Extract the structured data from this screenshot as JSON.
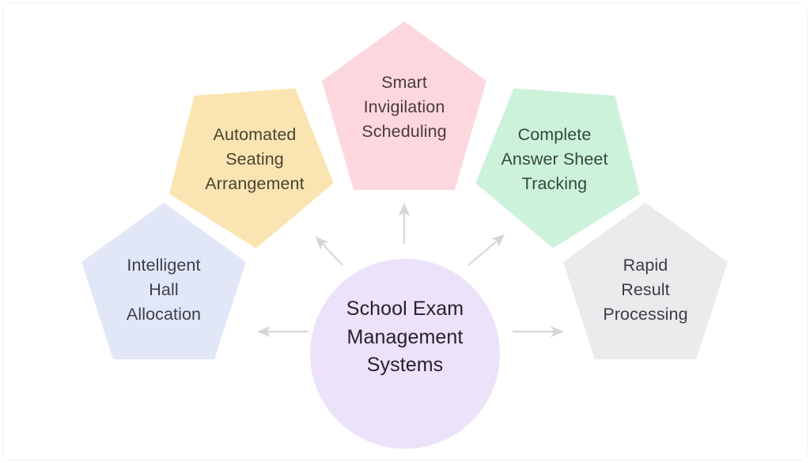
{
  "diagram": {
    "type": "radial-hub-and-spoke",
    "background_color": "#ffffff",
    "arrow_color": "#d6d6d8",
    "center": {
      "label": "School Exam\nManagement\nSystems",
      "shape": "circle",
      "fill": "#ece2fa",
      "text_color": "#23242b"
    },
    "nodes": [
      {
        "id": "intelligent-hall-allocation",
        "label": "Intelligent\nHall\nAllocation",
        "shape": "pentagon",
        "fill": "#e2e7f8",
        "text_color": "#3b3f4c",
        "direction": "left",
        "arrow_angle_deg": 180
      },
      {
        "id": "automated-seating-arrangement",
        "label": "Automated\nSeating\nArrangement",
        "shape": "pentagon",
        "fill": "#fae5b2",
        "text_color": "#4a4331",
        "direction": "upper-left",
        "arrow_angle_deg": 135
      },
      {
        "id": "smart-invigilation-scheduling",
        "label": "Smart\nInvigilation\nScheduling",
        "shape": "pentagon",
        "fill": "#fcd8de",
        "text_color": "#4a3a3d",
        "direction": "up",
        "arrow_angle_deg": 90
      },
      {
        "id": "complete-answer-sheet-tracking",
        "label": "Complete\nAnswer Sheet\nTracking",
        "shape": "pentagon",
        "fill": "#cdf2dc",
        "text_color": "#33483d",
        "direction": "upper-right",
        "arrow_angle_deg": 45
      },
      {
        "id": "rapid-result-processing",
        "label": "Rapid\nResult\nProcessing",
        "shape": "pentagon",
        "fill": "#ebebed",
        "text_color": "#3b3d44",
        "direction": "right",
        "arrow_angle_deg": 0
      }
    ]
  }
}
